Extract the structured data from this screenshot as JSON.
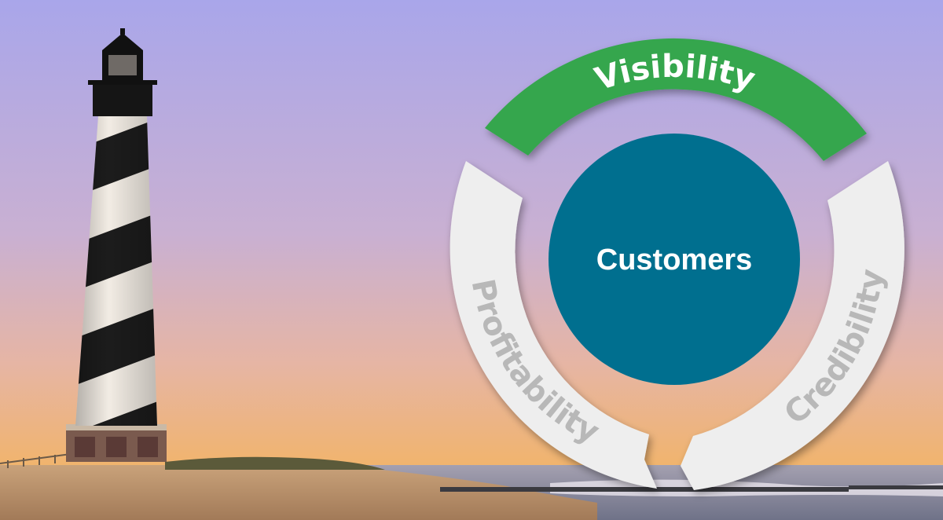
{
  "diagram": {
    "center_label": "Customers",
    "segments": [
      {
        "id": "visibility",
        "label": "Visibility"
      },
      {
        "id": "credibility",
        "label": "Credibility"
      },
      {
        "id": "profitability",
        "label": "Profitability"
      }
    ]
  },
  "colors": {
    "sky_top": "#a9a6ea",
    "sky_mid": "#d9b3c6",
    "sky_horizon": "#f1b46c",
    "sea": "#7d7f96",
    "sand": "#b48b66",
    "center_circle": "#006f8f",
    "center_text": "#ffffff",
    "visibility_fill": "#34a64e",
    "visibility_text": "#ffffff",
    "grey_arc_fill": "#eeeeee",
    "grey_arc_text": "#b8b8b8",
    "tower_dark": "#1c1c1c",
    "tower_light": "#f2ece4"
  }
}
